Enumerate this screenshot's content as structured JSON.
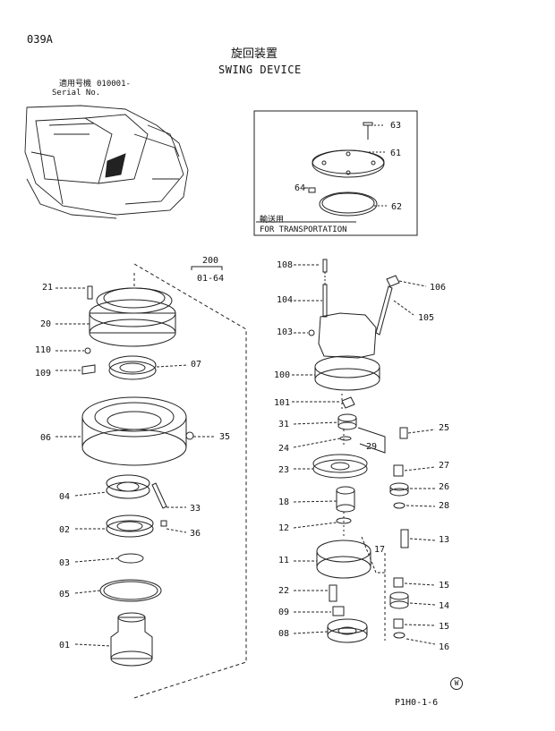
{
  "header": {
    "page_code": "039A",
    "title_jp": "旋回装置",
    "title_en": "SWING DEVICE",
    "serial_jp": "適用号機",
    "serial_value": "010001-",
    "serial_en": "Serial No."
  },
  "inset": {
    "transport_jp": "輸送用",
    "transport_en": "FOR TRANSPORTATION",
    "labels": [
      "63",
      "61",
      "64",
      "62"
    ]
  },
  "assembly": {
    "group_number": "200",
    "group_range": "01-64"
  },
  "left_labels": [
    "21",
    "20",
    "110",
    "109",
    "07",
    "06",
    "35",
    "04",
    "33",
    "02",
    "36",
    "03",
    "05",
    "01"
  ],
  "right_labels": [
    "108",
    "106",
    "104",
    "105",
    "103",
    "100",
    "101",
    "31",
    "25",
    "24",
    "29",
    "23",
    "27",
    "26",
    "18",
    "28",
    "12",
    "13",
    "17",
    "11",
    "15",
    "22",
    "14",
    "09",
    "15",
    "08",
    "16"
  ],
  "footer": {
    "ref_code": "P1H0-1-6",
    "stamp": "W"
  }
}
